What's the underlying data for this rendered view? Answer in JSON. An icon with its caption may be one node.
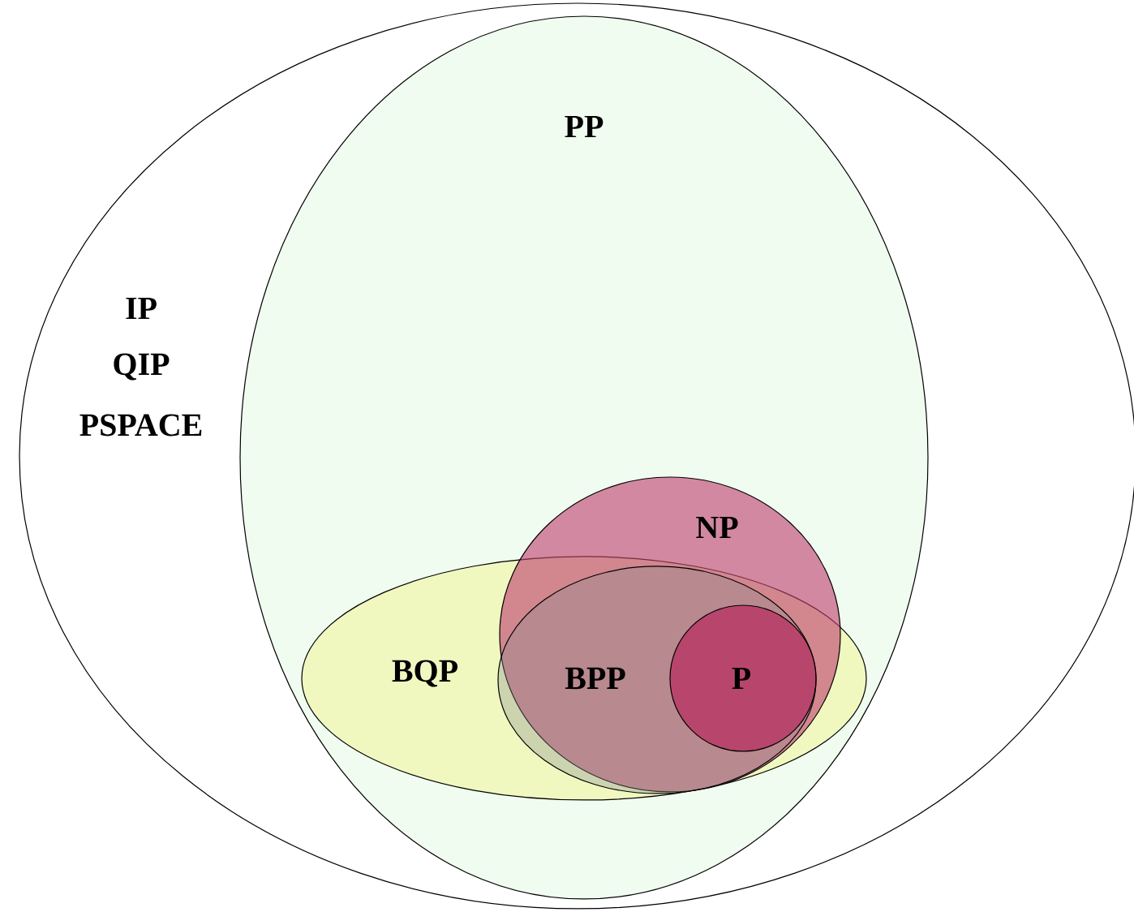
{
  "diagram": {
    "nodes": [
      {
        "text": [
          "IP",
          "QIP",
          "PSPACE"
        ]
      },
      {
        "text": [
          "PP"
        ],
        "in": 0
      },
      {
        "text": [
          "BQP"
        ],
        "in": 1
      },
      {
        "text": [
          "NP"
        ],
        "in": 1
      },
      {
        "text": [
          "BPP"
        ]
      },
      {
        "text": [
          "P"
        ],
        "in": 4
      }
    ]
  }
}
